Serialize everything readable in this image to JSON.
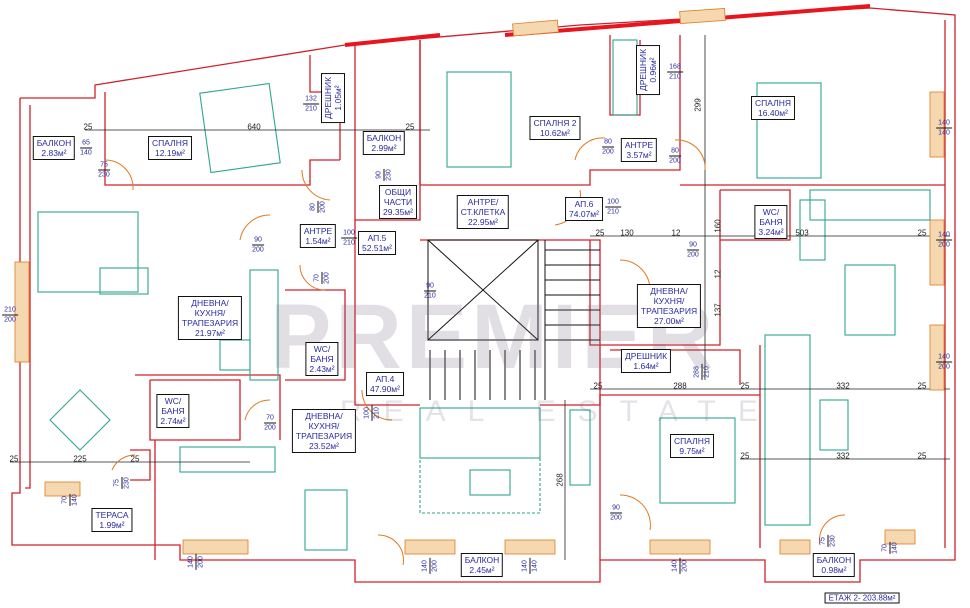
{
  "watermark": {
    "brand": "PREMIER",
    "sub": "REAL ESTATE"
  },
  "colors": {
    "wall": "#d0202a",
    "furniture": "#2ea58f",
    "door": "#e07a20",
    "text": "#2a2aa0",
    "facade": "#e8141e"
  },
  "rooms": [
    {
      "name": "БАЛКОН",
      "area": "2.83м²"
    },
    {
      "name": "СПАЛНЯ",
      "area": "12.19м²"
    },
    {
      "name": "ДРЕШНИК",
      "area": "1.05м²"
    },
    {
      "name": "БАЛКОН",
      "area": "2.99м²"
    },
    {
      "name": "ОБЩИ ЧАСТИ",
      "area": "29.35м²"
    },
    {
      "name": "АНТРЕ/ СТ.КЛЕТКА",
      "area": "22.95м²"
    },
    {
      "name": "АП.6",
      "area": "74.07м²"
    },
    {
      "name": "СПАЛНЯ 2",
      "area": "10.62м²"
    },
    {
      "name": "АНТРЕ",
      "area": "3.57м²"
    },
    {
      "name": "ДРЕШНИК",
      "area": "0.96м²"
    },
    {
      "name": "СПАЛНЯ",
      "area": "16.40м²"
    },
    {
      "name": "WC/ БАНЯ",
      "area": "3.24м²"
    },
    {
      "name": "АНТРЕ",
      "area": "1.54м²"
    },
    {
      "name": "АП.5",
      "area": "52.51м²"
    },
    {
      "name": "ДНЕВНА/ КУХНЯ/ ТРАПЕЗАРИЯ",
      "area": "21.97м²"
    },
    {
      "name": "WC/ БАНЯ",
      "area": "2.43м²"
    },
    {
      "name": "АП.4",
      "area": "47.90м²"
    },
    {
      "name": "WC/ БАНЯ",
      "area": "2.74м²"
    },
    {
      "name": "ДНЕВНА/ КУХНЯ/ ТРАПЕЗАРИЯ",
      "area": "23.52м²"
    },
    {
      "name": "ДНЕВНА/ КУХНЯ/ ТРАПЕЗАРИЯ",
      "area": "27.00м²"
    },
    {
      "name": "ДРЕШНИК",
      "area": "1.64м²"
    },
    {
      "name": "СПАЛНЯ",
      "area": "9.75м²"
    },
    {
      "name": "ТЕРАСА",
      "area": "1.99м²"
    },
    {
      "name": "БАЛКОН",
      "area": "2.45м²"
    },
    {
      "name": "БАЛКОН",
      "area": "0.98м²"
    }
  ],
  "dimensions": [
    "640",
    "25",
    "25",
    "225",
    "25",
    "25",
    "332",
    "25",
    "332",
    "25",
    "288",
    "25",
    "25",
    "299",
    "268",
    "137",
    "12",
    "160",
    "130",
    "12",
    "503",
    "25",
    "25",
    "25"
  ],
  "openings": [
    {
      "w": "65",
      "h": "140"
    },
    {
      "w": "75",
      "h": "230"
    },
    {
      "w": "132",
      "h": "210"
    },
    {
      "w": "90",
      "h": "230"
    },
    {
      "w": "90",
      "h": "200"
    },
    {
      "w": "80",
      "h": "200"
    },
    {
      "w": "100",
      "h": "210"
    },
    {
      "w": "90",
      "h": "210"
    },
    {
      "w": "100",
      "h": "210"
    },
    {
      "w": "80",
      "h": "200"
    },
    {
      "w": "80",
      "h": "200"
    },
    {
      "w": "168",
      "h": "210"
    },
    {
      "w": "140",
      "h": "140"
    },
    {
      "w": "140",
      "h": "200"
    },
    {
      "w": "140",
      "h": "200"
    },
    {
      "w": "210",
      "h": "200"
    },
    {
      "w": "70",
      "h": "200"
    },
    {
      "w": "70",
      "h": "200"
    },
    {
      "w": "100",
      "h": "210"
    },
    {
      "w": "90",
      "h": "200"
    },
    {
      "w": "288",
      "h": "210"
    },
    {
      "w": "75",
      "h": "230"
    },
    {
      "w": "70",
      "h": "140"
    },
    {
      "w": "90",
      "h": "200"
    },
    {
      "w": "75",
      "h": "230"
    },
    {
      "w": "140",
      "h": "200"
    },
    {
      "w": "140",
      "h": "200"
    },
    {
      "w": "140",
      "h": "140"
    },
    {
      "w": "140",
      "h": "200"
    },
    {
      "w": "70",
      "h": "140"
    }
  ],
  "floor_total": "ЕТАЖ 2- 203.88м²"
}
